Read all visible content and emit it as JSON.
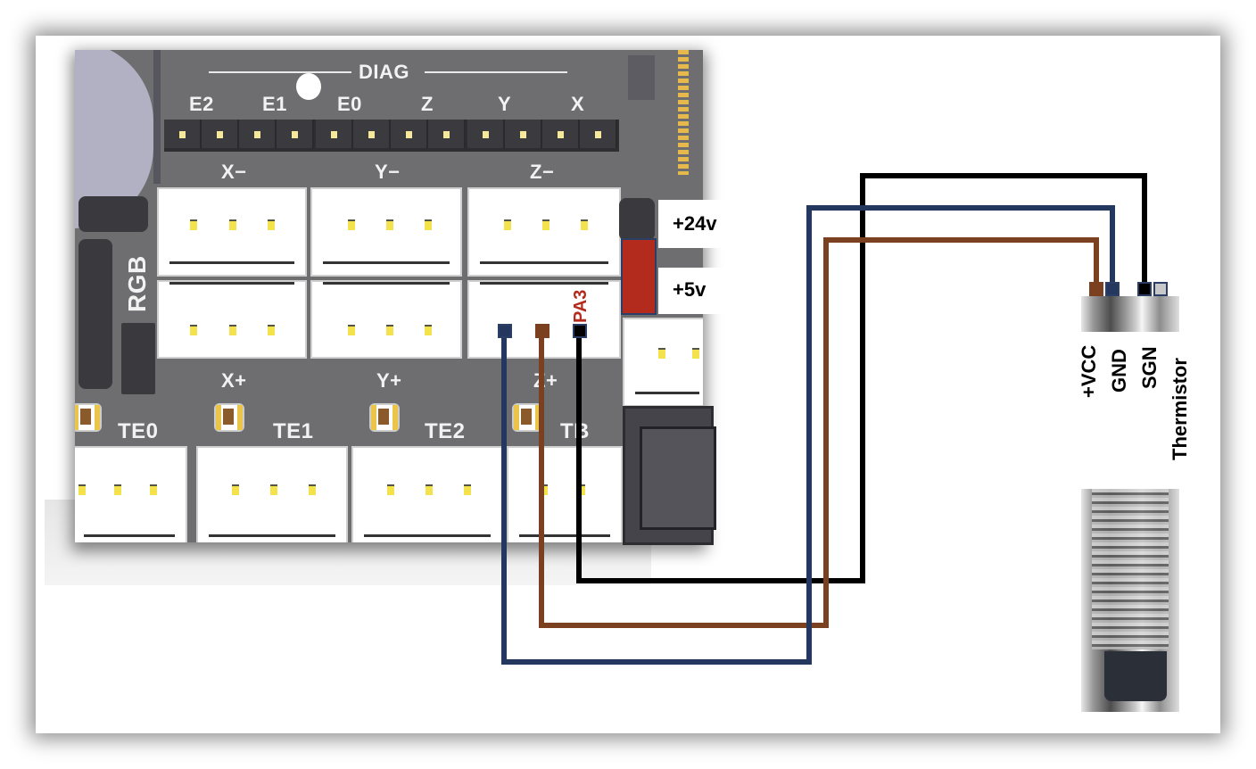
{
  "board": {
    "diag_label": "DIAG",
    "diag_pins": [
      "E2",
      "E1",
      "E0",
      "Z",
      "Y",
      "X"
    ],
    "endstops_minus": [
      "X−",
      "Y−",
      "Z−"
    ],
    "endstops_plus": [
      "X+",
      "Y+",
      "Z+"
    ],
    "rgb_label": "RGB",
    "thermistors": [
      "TE0",
      "TE1",
      "TE2",
      "TB"
    ],
    "power_select": {
      "high": "+24v",
      "low": "+5v"
    },
    "signal_pin": "PA3"
  },
  "sensor": {
    "pins": [
      "+VCC",
      "GND",
      "SGN",
      "Thermistor"
    ]
  },
  "wires": [
    {
      "name": "vcc-wire",
      "color": "#7b4020",
      "from": "board-pad-left-middle",
      "to": "+VCC"
    },
    {
      "name": "gnd-wire",
      "color": "#24375e",
      "from": "board-pad-left",
      "to": "GND"
    },
    {
      "name": "signal-wire",
      "color": "#000000",
      "from": "PA3",
      "to": "SGN"
    }
  ],
  "colors": {
    "jumper": "#b22b1c",
    "pa3_label": "#b52a1b",
    "wire_brown": "#7b4020",
    "wire_blue": "#24375e",
    "wire_black": "#000000"
  }
}
